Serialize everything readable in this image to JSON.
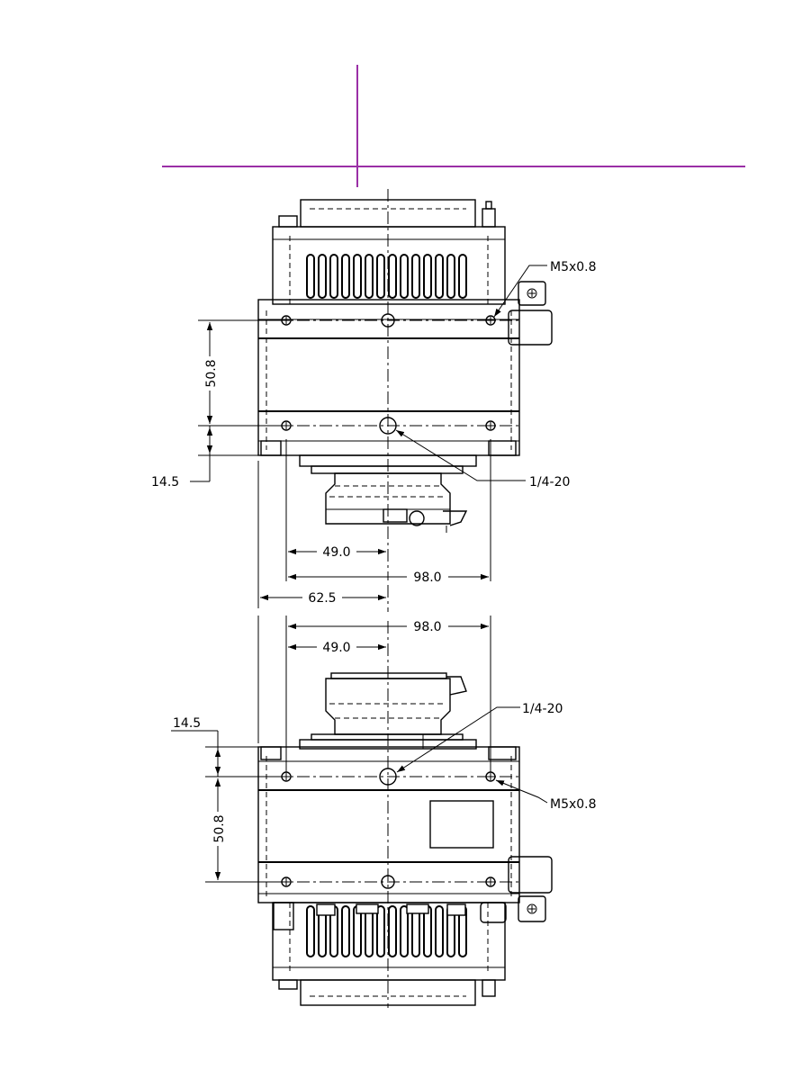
{
  "drawing": {
    "accent_color": "#9a2fa6",
    "top_view": {
      "thread_label_side": "M5x0.8",
      "thread_label_center": "1/4-20",
      "dim_vertical_large": "50.8",
      "dim_vertical_small": "14.5",
      "dim_half_width": "49.0",
      "dim_full_width": "98.0"
    },
    "middle_dims": {
      "dim_edge_to_center": "62.5"
    },
    "bottom_view": {
      "dim_full_width": "98.0",
      "dim_half_width": "49.0",
      "thread_label_center": "1/4-20",
      "dim_vertical_small": "14.5",
      "thread_label_side": "M5x0.8",
      "dim_vertical_large": "50.8"
    }
  }
}
